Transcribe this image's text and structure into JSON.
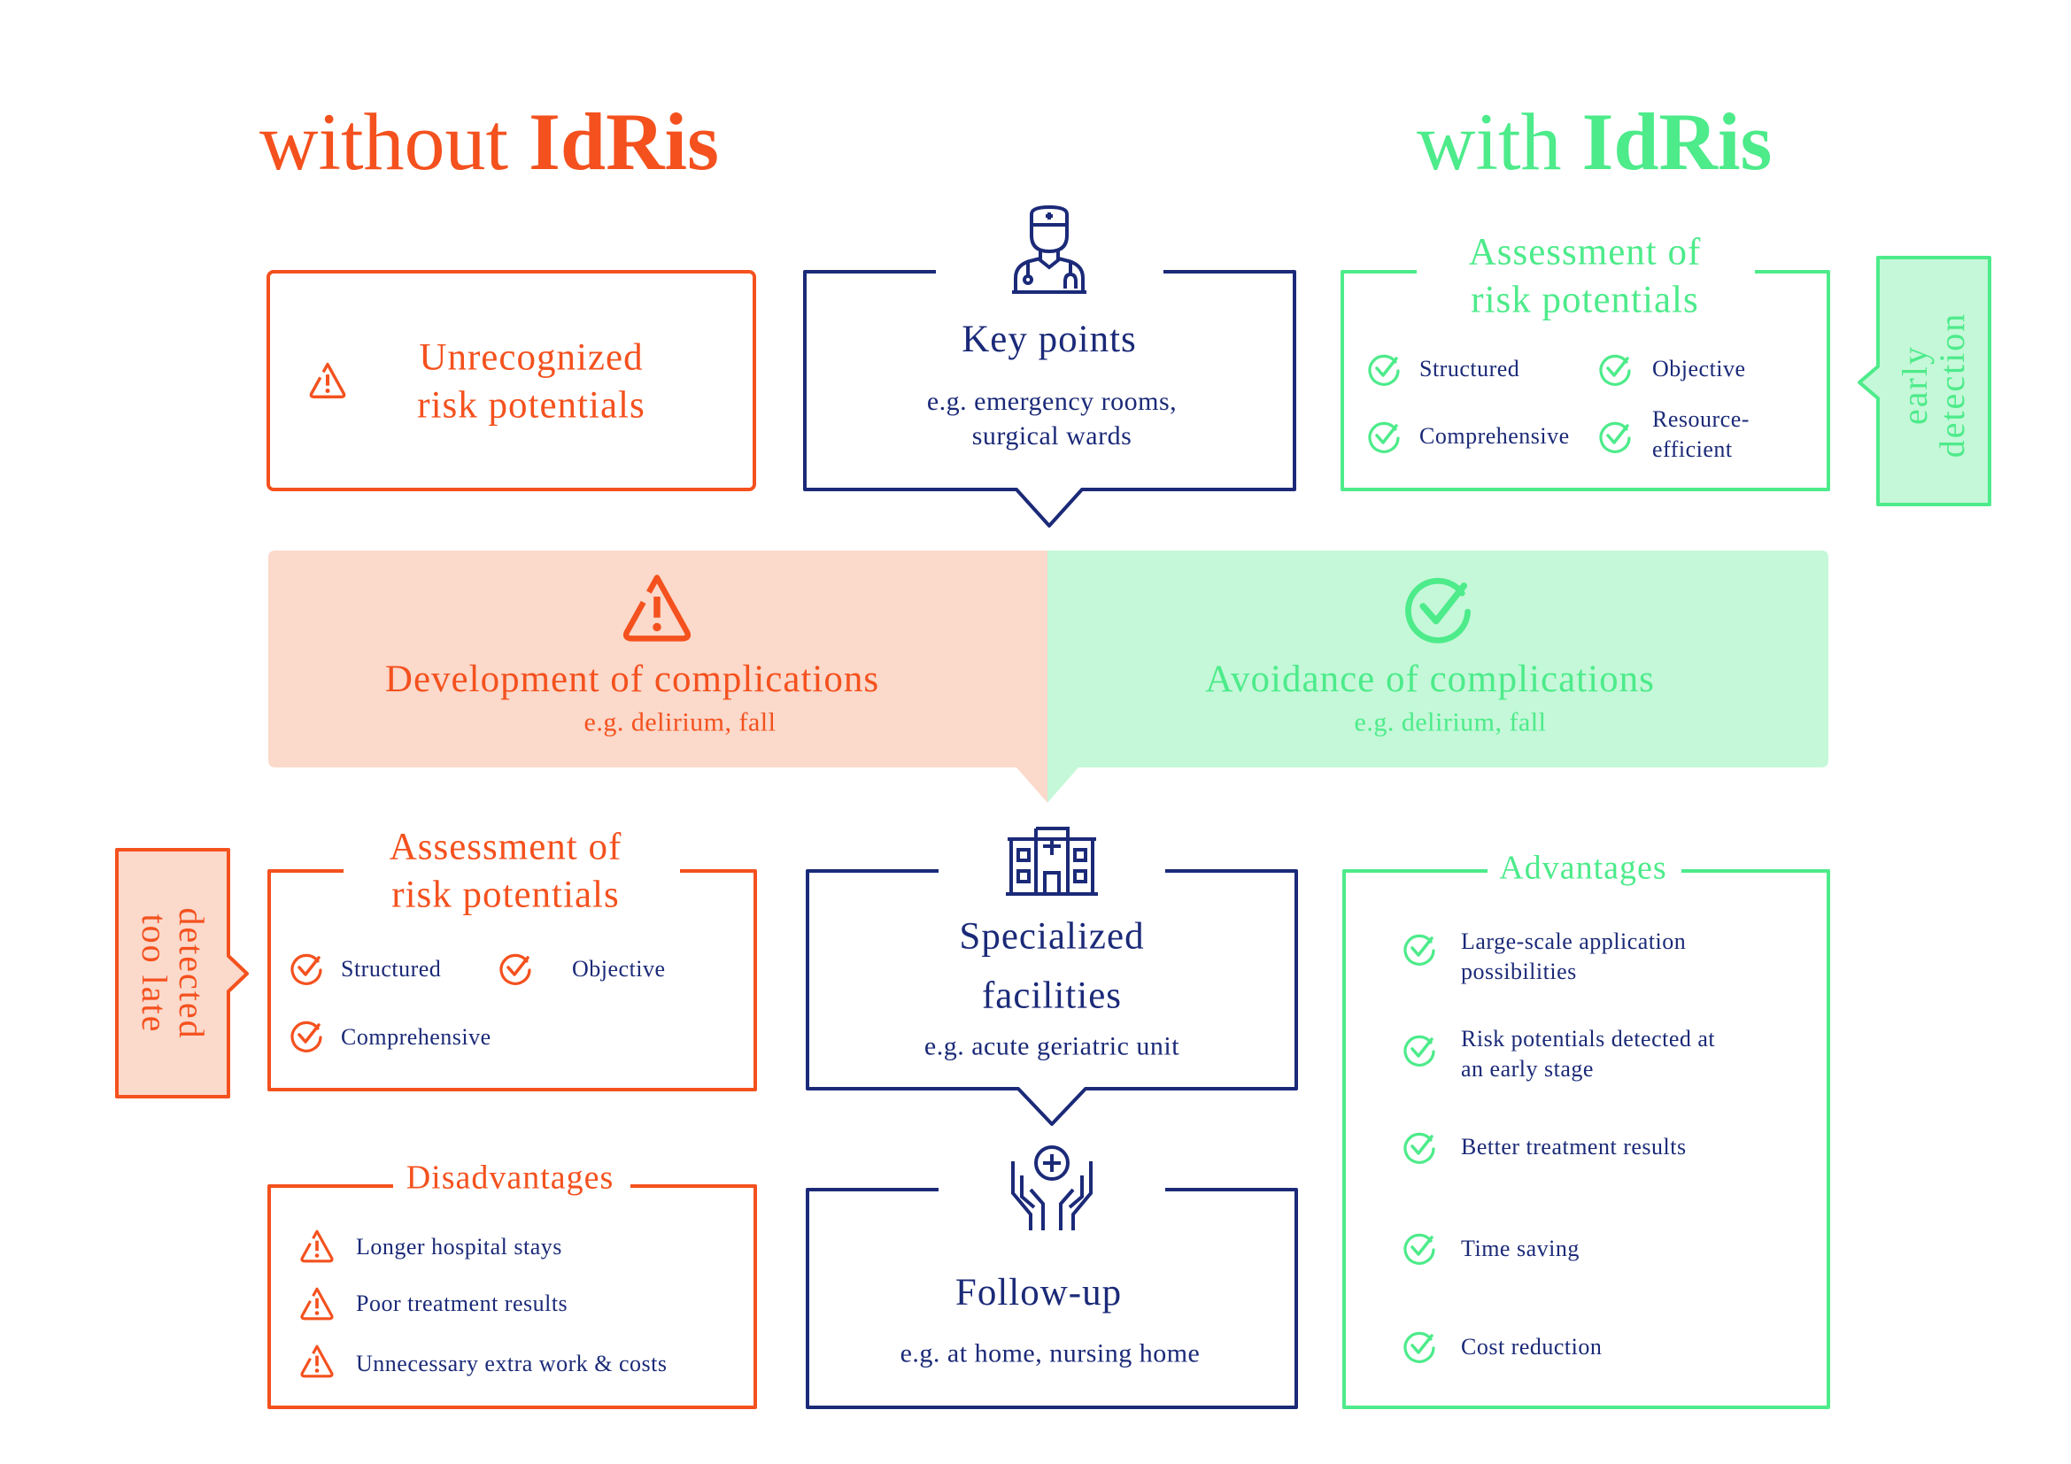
{
  "titles": {
    "without_prefix": "without ",
    "without_brand": "IdRis",
    "with_prefix": "with ",
    "with_brand": "IdRis"
  },
  "colors": {
    "orange": "#f4511e",
    "green": "#4deb8a",
    "navy": "#1b2a78",
    "orange_light": "#fbd9cb",
    "green_light": "#c4f8d8"
  },
  "left_top": {
    "line1": "Unrecognized",
    "line2": "risk potentials",
    "icon": "warning-icon"
  },
  "key_points": {
    "title": "Key points",
    "sub1": "e.g. emergency rooms,",
    "sub2": "surgical wards",
    "icon": "doctor-icon"
  },
  "right_assessment": {
    "title1": "Assessment of",
    "title2": "risk potentials",
    "items": [
      "Structured",
      "Objective",
      "Comprehensive",
      "Resource-",
      "efficient"
    ]
  },
  "early_tab": {
    "line1": "early",
    "line2": "detection"
  },
  "band_left": {
    "title": "Development of complications",
    "sub": "e.g. delirium, fall"
  },
  "band_right": {
    "title": "Avoidance of complications",
    "sub": "e.g. delirium, fall"
  },
  "left_assessment": {
    "title1": "Assessment of",
    "title2": "risk potentials",
    "items": [
      "Structured",
      "Objective",
      "Comprehensive"
    ]
  },
  "late_tab": {
    "line1": "detected",
    "line2": "too late"
  },
  "specialized": {
    "line1": "Specialized",
    "line2": "facilities",
    "sub": "e.g. acute geriatric unit",
    "icon": "hospital-icon"
  },
  "disadvantages": {
    "title": "Disadvantages",
    "items": [
      "Longer hospital stays",
      "Poor treatment results",
      "Unnecessary extra work & costs"
    ]
  },
  "follow_up": {
    "title": "Follow-up",
    "sub": "e.g. at home, nursing home",
    "icon": "care-hands-icon"
  },
  "advantages": {
    "title": "Advantages",
    "items": [
      {
        "l1": "Large-scale application",
        "l2": "possibilities"
      },
      {
        "l1": "Risk potentials detected at",
        "l2": "an early stage"
      },
      {
        "l1": "Better treatment results",
        "l2": ""
      },
      {
        "l1": "Time saving",
        "l2": ""
      },
      {
        "l1": "Cost reduction",
        "l2": ""
      }
    ]
  }
}
